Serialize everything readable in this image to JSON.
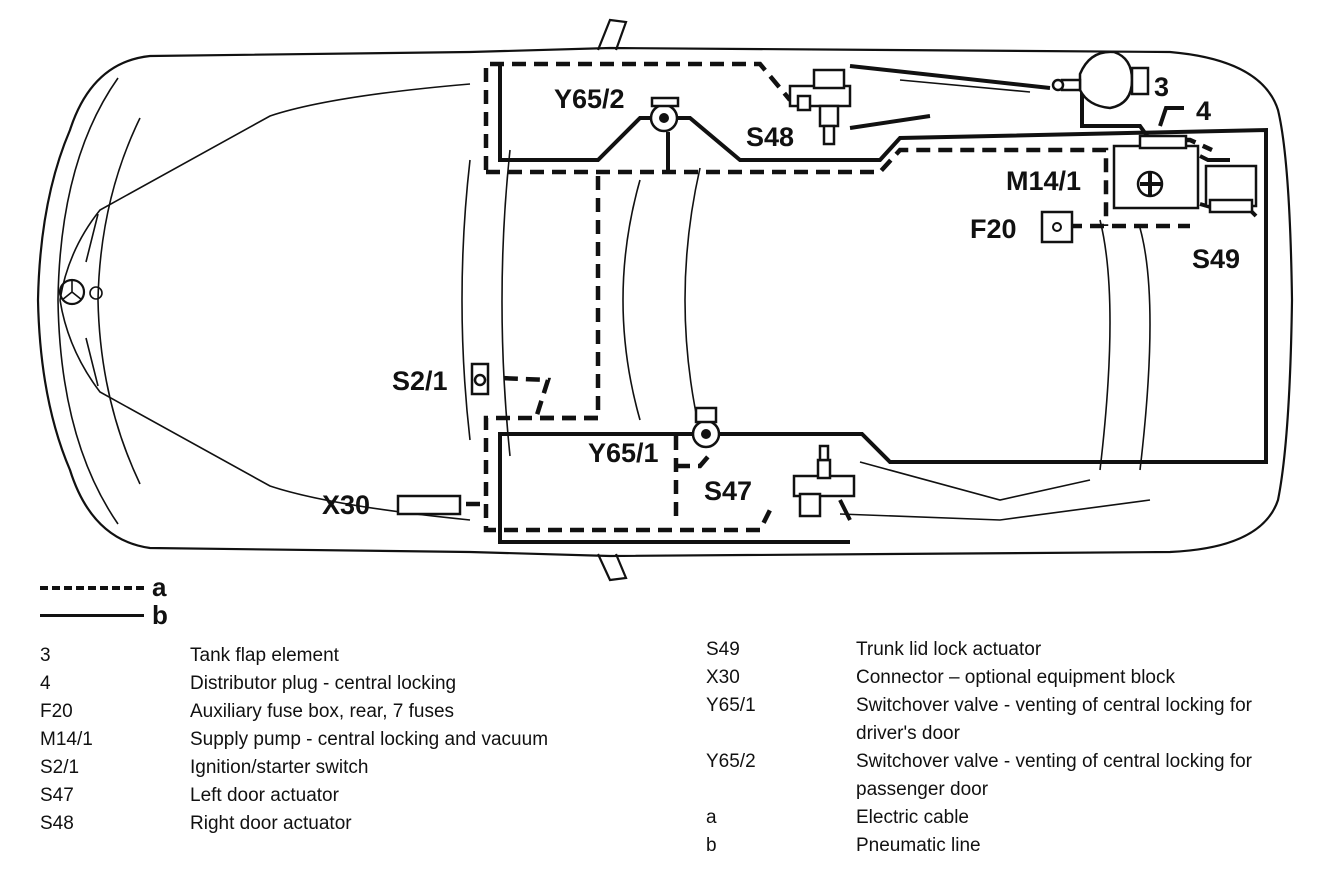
{
  "callouts": {
    "c3": "3",
    "c4": "4",
    "y65_2": "Y65/2",
    "s48": "S48",
    "m14_1": "M14/1",
    "f20": "F20",
    "s49": "S49",
    "s2_1": "S2/1",
    "y65_1": "Y65/1",
    "s47": "S47",
    "x30": "X30"
  },
  "key": {
    "a": "a",
    "b": "b"
  },
  "legend_left": [
    {
      "code": "3",
      "desc": "Tank flap element"
    },
    {
      "code": "4",
      "desc": "Distributor plug - central locking"
    },
    {
      "code": "F20",
      "desc": "Auxiliary fuse box, rear, 7 fuses"
    },
    {
      "code": "M14/1",
      "desc": "Supply pump - central locking and vacuum"
    },
    {
      "code": "S2/1",
      "desc": "Ignition/starter switch"
    },
    {
      "code": "S47",
      "desc": "Left door actuator"
    },
    {
      "code": "S48",
      "desc": "Right door actuator"
    }
  ],
  "legend_right": [
    {
      "code": "S49",
      "desc": "Trunk lid lock actuator"
    },
    {
      "code": "X30",
      "desc": "Connector – optional equipment block"
    },
    {
      "code": "Y65/1",
      "desc": "Switchover valve - venting of central locking for driver's door"
    },
    {
      "code": "Y65/2",
      "desc": "Switchover valve - venting of central locking for passenger door"
    },
    {
      "code": "a",
      "desc": "Electric cable"
    },
    {
      "code": "b",
      "desc": "Pneumatic line"
    }
  ]
}
